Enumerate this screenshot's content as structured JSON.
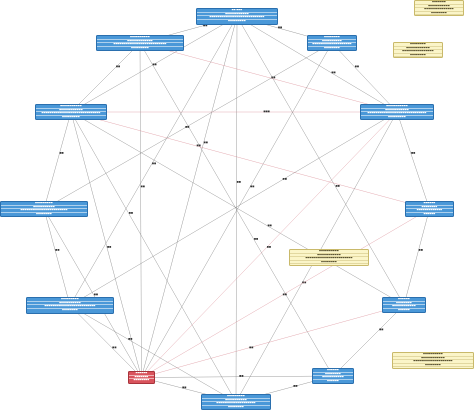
{
  "diagram": {
    "nodes": [
      {
        "id": "top",
        "kind": "blue",
        "lines": [
          "■■ ■■■",
          "■■■■■■■■■■■■",
          "■■■■■■■■■■■■■■■■■■■■■■■■■■■■",
          "■■■■■■■■■"
        ]
      },
      {
        "id": "upper-left",
        "kind": "blue",
        "lines": [
          "■■■■■■■■■■",
          "■■■■■■■■■■■■■",
          "■■■■■■■■■■■■■■■■■■■■■■■■■■■",
          "■■■■■■■■■"
        ]
      },
      {
        "id": "upper-right",
        "kind": "blue",
        "lines": [
          "■■■■■■■■",
          "■■■■■■■■■■",
          "■■■■■■■■■■■■■■■■■■■■",
          "■■■■■■■■"
        ]
      },
      {
        "id": "mid-left",
        "kind": "blue",
        "lines": [
          "■■■■■■■■■■■",
          "■■■■■■■■■■■■",
          "■■■■■■■■■■■■■■■■■■■■■■■■■■■■■■",
          "■■■■■■■■■"
        ]
      },
      {
        "id": "mid-right",
        "kind": "blue",
        "lines": [
          "■■■■■■■■■■■",
          "■■■■■■■■■■■■",
          "■■■■■■■■■■■■■■■■■■■■■■■■■■■■■■",
          "■■■■■■■■■"
        ]
      },
      {
        "id": "left",
        "kind": "blue",
        "lines": [
          "■■■■■■■■■",
          "■■■■■■■■■■■",
          "■■■■■■■■■■■■■■■■■■■■■■■■",
          "■■■■■■■■"
        ]
      },
      {
        "id": "right",
        "kind": "blue",
        "lines": [
          "■■■■■■",
          "■■■■■■■■",
          "■■■■■■■■■■■■■",
          "■■■■■■"
        ]
      },
      {
        "id": "lower-left",
        "kind": "blue",
        "lines": [
          "■■■■■■■■■",
          "■■■■■■■■■■■",
          "■■■■■■■■■■■■■■■■■■■■■■■■■■",
          "■■■■■■■■"
        ]
      },
      {
        "id": "lower-right",
        "kind": "blue",
        "lines": [
          "■■■■■■",
          "■■■■■■■■",
          "■■■■■■■■■■■■",
          "■■■■■■"
        ]
      },
      {
        "id": "red-node",
        "kind": "red",
        "lines": [
          "■■■■■■",
          "■■■■■■■",
          "■■■■■■■■"
        ]
      },
      {
        "id": "bottom",
        "kind": "blue",
        "lines": [
          "■■■■■■■■■",
          "■■■■■■■■■■■",
          "■■■■■■■■■■■■■■■■■■■■",
          "■■■■■■■■"
        ]
      },
      {
        "id": "bottom-right",
        "kind": "blue",
        "lines": [
          "■■■■■■",
          "■■■■■■■■",
          "■■■■■■■■■■■",
          "■■■■■■"
        ]
      },
      {
        "id": "note-top-right",
        "kind": "note",
        "lines": [
          "■■■■■■■",
          "■■■■■■■■■■■",
          "■■■■■■■■■■■■■■■",
          "■■■■■■■■"
        ]
      },
      {
        "id": "note-upper-right",
        "kind": "note",
        "lines": [
          "■■■■■■■■",
          "■■■■■■■■■■■■",
          "■■■■■■■■■■■■■■■■",
          "■■■■■■■■"
        ]
      },
      {
        "id": "note-center",
        "kind": "note",
        "lines": [
          "■■■■■■■■■■",
          "■■■■■■■■■■■■",
          "■■■■■■■■■■■■■■■■■■■■■■■■",
          "■■■■■■■■"
        ]
      },
      {
        "id": "note-bottom-right",
        "kind": "note",
        "lines": [
          "■■■■■■■■■■",
          "■■■■■■■■■■■■",
          "■■■■■■■■■■■■■■■■■■■■",
          "■■■■■■■■"
        ]
      }
    ],
    "edges": [
      {
        "from": "top",
        "to": "upper-left",
        "color": "#777777",
        "label": "■■"
      },
      {
        "from": "top",
        "to": "upper-right",
        "color": "#777777",
        "label": "■■"
      },
      {
        "from": "top",
        "to": "mid-left",
        "color": "#777777",
        "label": "■■"
      },
      {
        "from": "top",
        "to": "mid-right",
        "color": "#777777",
        "label": "■■"
      },
      {
        "from": "top",
        "to": "red-node",
        "color": "#777777",
        "label": "■■"
      },
      {
        "from": "top",
        "to": "bottom",
        "color": "#777777",
        "label": "■■"
      },
      {
        "from": "top",
        "to": "lower-left",
        "color": "#777777",
        "label": "■■"
      },
      {
        "from": "top",
        "to": "lower-right",
        "color": "#777777",
        "label": "■■"
      },
      {
        "from": "upper-left",
        "to": "mid-left",
        "color": "#777777",
        "label": "■■"
      },
      {
        "from": "upper-left",
        "to": "red-node",
        "color": "#777777",
        "label": "■■"
      },
      {
        "from": "upper-left",
        "to": "mid-right",
        "color": "#d98a94",
        "label": "■■"
      },
      {
        "from": "upper-left",
        "to": "bottom-right",
        "color": "#777777",
        "label": "■■"
      },
      {
        "from": "upper-right",
        "to": "mid-right",
        "color": "#777777",
        "label": "■■"
      },
      {
        "from": "upper-right",
        "to": "red-node",
        "color": "#777777",
        "label": "■■"
      },
      {
        "from": "upper-right",
        "to": "left",
        "color": "#777777",
        "label": "■■"
      },
      {
        "from": "mid-left",
        "to": "mid-right",
        "color": "#d98a94",
        "label": "■■■"
      },
      {
        "from": "mid-left",
        "to": "right",
        "color": "#d98a94",
        "label": "■■"
      },
      {
        "from": "mid-left",
        "to": "left",
        "color": "#777777",
        "label": "■■"
      },
      {
        "from": "mid-left",
        "to": "red-node",
        "color": "#777777",
        "label": "■■"
      },
      {
        "from": "mid-left",
        "to": "lower-right",
        "color": "#777777",
        "label": "■■"
      },
      {
        "from": "mid-left",
        "to": "bottom",
        "color": "#777777",
        "label": "■■"
      },
      {
        "from": "mid-right",
        "to": "right",
        "color": "#777777",
        "label": "■■"
      },
      {
        "from": "mid-right",
        "to": "red-node",
        "color": "#d98a94",
        "label": "■■"
      },
      {
        "from": "mid-right",
        "to": "bottom",
        "color": "#777777",
        "label": "■■"
      },
      {
        "from": "mid-right",
        "to": "lower-left",
        "color": "#777777",
        "label": "■■"
      },
      {
        "from": "left",
        "to": "lower-left",
        "color": "#777777",
        "label": "■■"
      },
      {
        "from": "left",
        "to": "red-node",
        "color": "#777777",
        "label": "■■"
      },
      {
        "from": "lower-left",
        "to": "red-node",
        "color": "#777777",
        "label": "■■"
      },
      {
        "from": "lower-left",
        "to": "bottom",
        "color": "#777777",
        "label": "■■"
      },
      {
        "from": "right",
        "to": "lower-right",
        "color": "#777777",
        "label": "■■"
      },
      {
        "from": "right",
        "to": "red-node",
        "color": "#d98a94",
        "label": "■■"
      },
      {
        "from": "lower-right",
        "to": "red-node",
        "color": "#d98a94",
        "label": "■■"
      },
      {
        "from": "lower-right",
        "to": "bottom-right",
        "color": "#777777",
        "label": "■■"
      },
      {
        "from": "red-node",
        "to": "bottom",
        "color": "#777777",
        "label": "■■"
      },
      {
        "from": "red-node",
        "to": "bottom-right",
        "color": "#777777",
        "label": "■■"
      },
      {
        "from": "bottom",
        "to": "bottom-right",
        "color": "#777777",
        "label": "■■"
      }
    ]
  }
}
